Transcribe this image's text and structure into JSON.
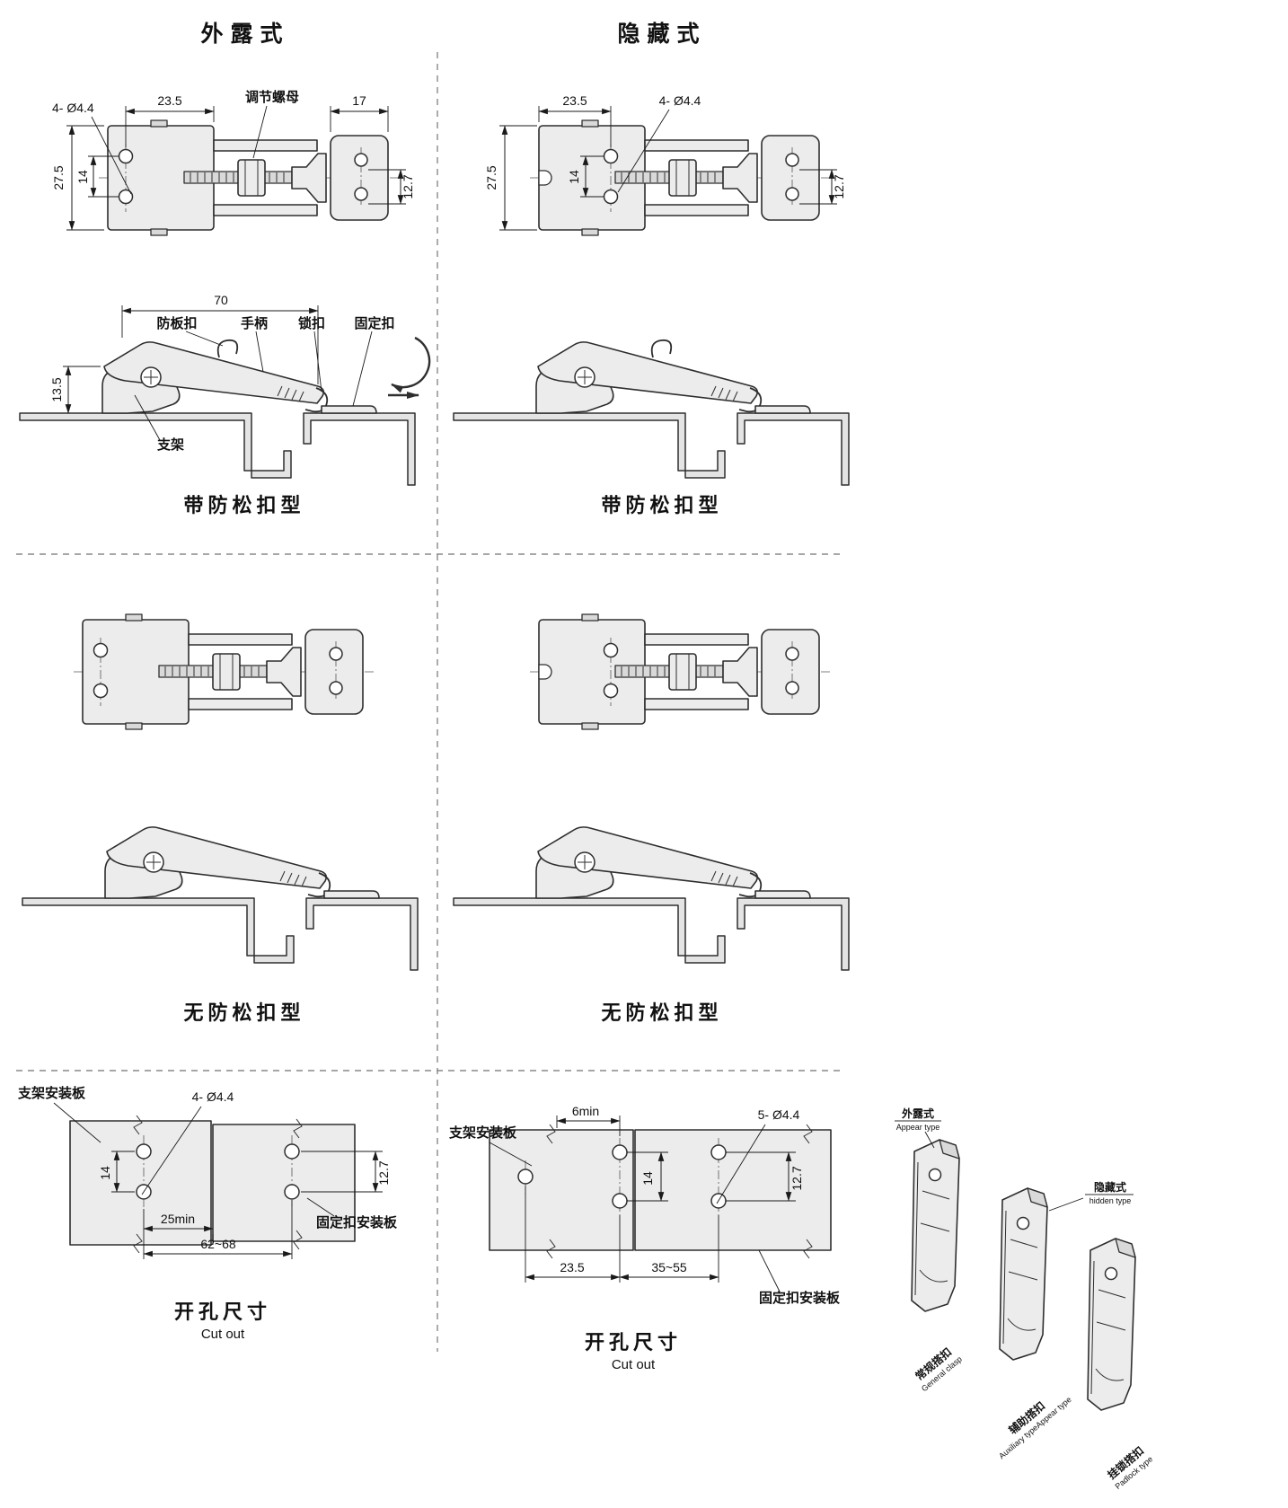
{
  "headers": {
    "exposed": "外露式",
    "hidden": "隐藏式"
  },
  "captions": {
    "with_lock": "带防松扣型",
    "without_lock": "无防松扣型",
    "cutout_cn": "开孔尺寸",
    "cutout_en": "Cut out"
  },
  "plan_exposed": {
    "holes": "4- Ø4.4",
    "w1": "23.5",
    "nut": "调节螺母",
    "w2": "17",
    "h1": "27.5",
    "h2": "14",
    "h3": "12.7"
  },
  "plan_hidden": {
    "w1": "23.5",
    "holes": "4- Ø4.4",
    "h1": "27.5",
    "h2": "14",
    "h3": "12.7"
  },
  "side_exposed": {
    "length": "70",
    "anti_rattle": "防板扣",
    "handle": "手柄",
    "lock_catch": "锁扣",
    "fixed_catch": "固定扣",
    "height": "13.5",
    "bracket": "支架"
  },
  "cutout_left": {
    "bracket_plate": "支架安装板",
    "holes": "4- Ø4.4",
    "h_span": "14",
    "min_span": "25min",
    "range_span": "62~68",
    "right_span": "12.7",
    "fixed_plate": "固定扣安装板"
  },
  "cutout_right": {
    "bracket_plate": "支架安装板",
    "min_gap": "6min",
    "holes": "5- Ø4.4",
    "h_span": "14",
    "left_span": "23.5",
    "range_span": "35~55",
    "right_span": "12.7",
    "fixed_plate": "固定扣安装板"
  },
  "iso": {
    "exposed_cn": "外露式",
    "exposed_en": "Appear type",
    "hidden_cn": "隐藏式",
    "hidden_en": "hidden type",
    "general_cn": "常规搭扣",
    "general_en": "General clasp",
    "auxiliary_cn": "辅助搭扣",
    "auxiliary_en": "Auxiliary typeAppear type",
    "padlock_cn": "挂锁搭扣",
    "padlock_en": "Padlock type"
  }
}
